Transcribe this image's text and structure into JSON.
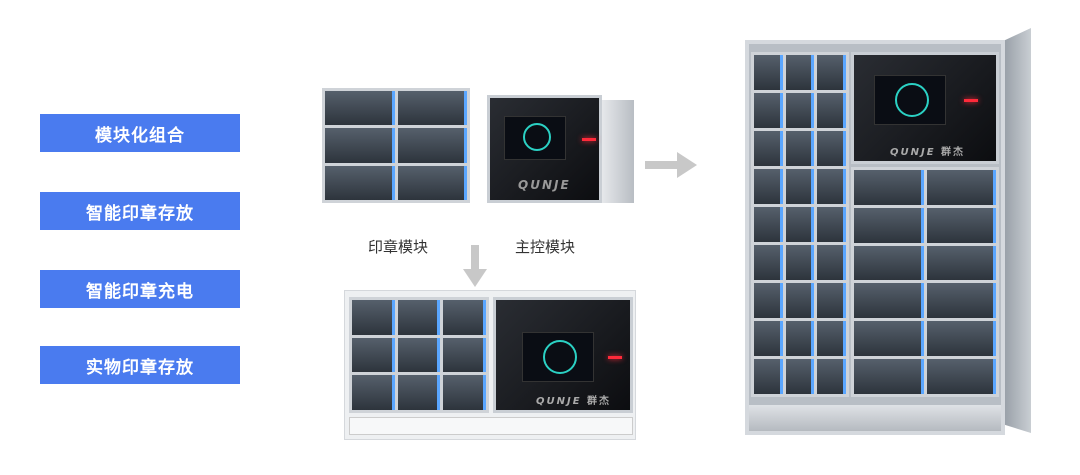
{
  "features": [
    "模块化组合",
    "智能印章存放",
    "智能印章充电",
    "实物印章存放"
  ],
  "modules": {
    "seal_label": "印章模块",
    "control_label": "主控模块"
  },
  "brand": {
    "logo": "QUNJE",
    "logo_cn": "群杰"
  },
  "colors": {
    "accent": "#4a7bef",
    "led": "#5aa6ff",
    "ring": "#2bd1c4",
    "indicator": "#ff2a3a"
  }
}
